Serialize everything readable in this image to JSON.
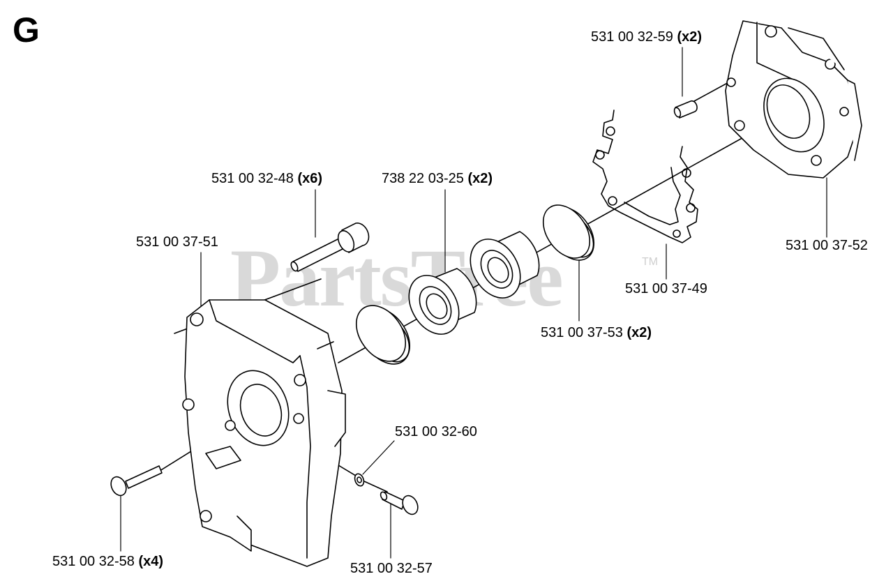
{
  "diagram": {
    "section_letter": "G",
    "watermark": "PartsTree",
    "watermark_mark": "TM",
    "labels": [
      {
        "id": "p1",
        "part": "531 00 32-59",
        "qty": "(x2)"
      },
      {
        "id": "p2",
        "part": "531 00 32-48",
        "qty": "(x6)"
      },
      {
        "id": "p3",
        "part": "738 22 03-25",
        "qty": "(x2)"
      },
      {
        "id": "p4",
        "part": "531 00 37-51",
        "qty": ""
      },
      {
        "id": "p5",
        "part": "531 00 37-52",
        "qty": ""
      },
      {
        "id": "p6",
        "part": "531 00 37-49",
        "qty": ""
      },
      {
        "id": "p7",
        "part": "531 00 37-53",
        "qty": "(x2)"
      },
      {
        "id": "p8",
        "part": "531 00 32-60",
        "qty": ""
      },
      {
        "id": "p9",
        "part": "531 00 32-58",
        "qty": "(x4)"
      },
      {
        "id": "p10",
        "part": "531 00 32-57",
        "qty": ""
      }
    ]
  }
}
